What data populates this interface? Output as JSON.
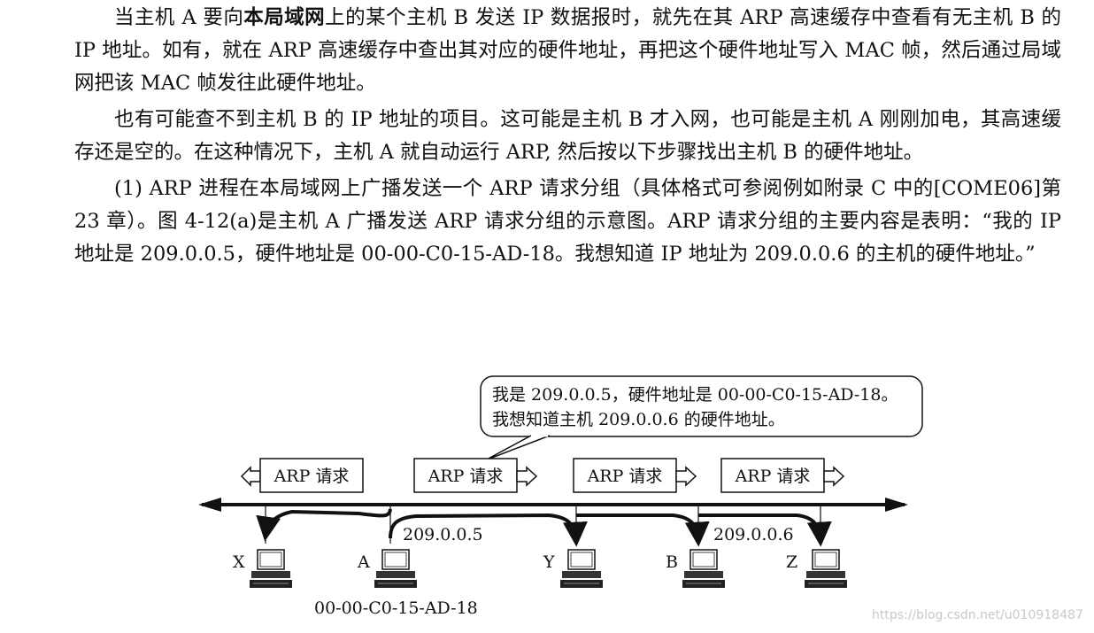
{
  "paragraphs": {
    "p1_pre": "当主机 A 要向",
    "p1_bold": "本局域网",
    "p1_post": "上的某个主机 B 发送 IP 数据报时，就先在其 ARP 高速缓存中查看有无主机 B 的 IP 地址。如有，就在 ARP 高速缓存中查出其对应的硬件地址，再把这个硬件地址写入 MAC 帧，然后通过局域网把该 MAC 帧发往此硬件地址。",
    "p2": "也有可能查不到主机 B 的 IP 地址的项目。这可能是主机 B 才入网，也可能是主机 A 刚刚加电，其高速缓存还是空的。在这种情况下，主机 A 就自动运行 ARP, 然后按以下步骤找出主机 B 的硬件地址。",
    "p3": "(1) ARP 进程在本局域网上广播发送一个 ARP 请求分组（具体格式可参阅例如附录 C 中的[COME06]第 23 章）。图 4-12(a)是主机 A 广播发送 ARP 请求分组的示意图。ARP 请求分组的主要内容是表明：“我的 IP 地址是 209.0.0.5，硬件地址是 00-00-C0-15-AD-18。我想知道 IP 地址为 209.0.0.6 的主机的硬件地址。”"
  },
  "figure": {
    "callout_line1": "我是 209.0.0.5，硬件地址是 00-00-C0-15-AD-18。",
    "callout_line2": "我想知道主机 209.0.0.6 的硬件地址。",
    "packets": [
      "ARP 请求",
      "ARP 请求",
      "ARP 请求",
      "ARP 请求"
    ],
    "hosts": [
      "X",
      "A",
      "Y",
      "B",
      "Z"
    ],
    "ip_a": "209.0.0.5",
    "ip_b": "209.0.0.6",
    "mac_a": "00-00-C0-15-AD-18"
  },
  "watermark": "https://blog.csdn.net/u010918487"
}
